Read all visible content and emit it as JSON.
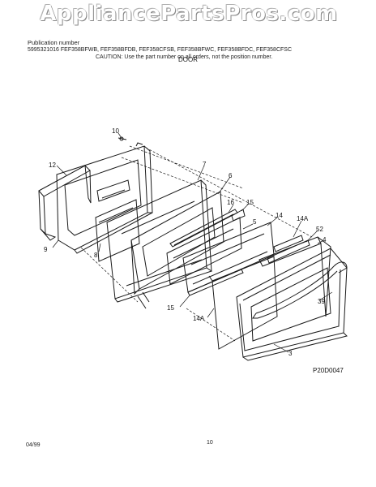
{
  "watermark": "AppliancePartsPros.com",
  "header": {
    "line1": "Publication number",
    "line2": "5995321016  FEF358BFWB, FEF358BFDB, FEF358CFSB, FEF358BFWC, FEF358BFDC, FEF358CFSC",
    "caution": "CAUTION:  Use the part number on all orders, not the position number."
  },
  "section_title": "DOOR",
  "callouts": {
    "p10": "10",
    "p12": "12",
    "p9": "9",
    "p8": "8",
    "p7": "7",
    "p6": "6",
    "p16": "16",
    "p15a": "15",
    "p5": "5",
    "p14": "14",
    "p14a_top": "14A",
    "p52": "52",
    "p4": "4",
    "p39": "39",
    "p15b": "15",
    "p14a_bottom": "14A",
    "p3": "3"
  },
  "diagram_code": "P20D0047",
  "footer": {
    "date": "04/99",
    "page": "10"
  }
}
